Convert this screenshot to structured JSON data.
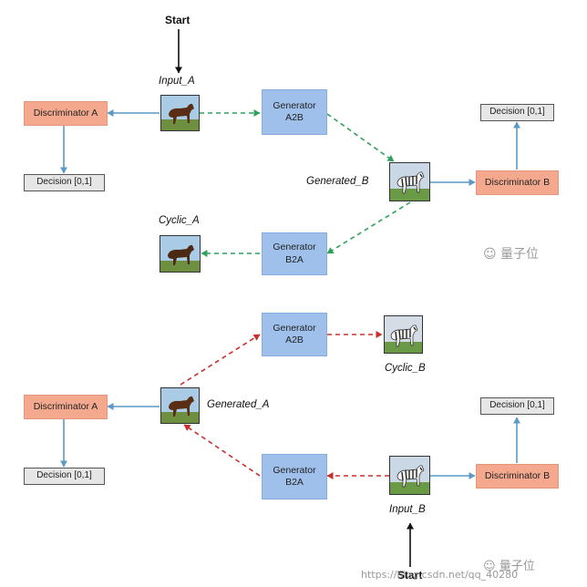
{
  "top": {
    "start": "Start",
    "input_label": "Input_A",
    "generated_label": "Generated_B",
    "cyclic_label": "Cyclic_A",
    "disc_a": "Discriminator A",
    "disc_b": "Discriminator B",
    "dec_a": "Decision [0,1]",
    "dec_b": "Decision [0,1]",
    "gen_a2b": [
      "Generator",
      "A2B"
    ],
    "gen_b2a": [
      "Generator",
      "B2A"
    ]
  },
  "bottom": {
    "start": "Start",
    "input_label": "Input_B",
    "generated_label": "Generated_A",
    "cyclic_label": "Cyclic_B",
    "disc_a": "Discriminator A",
    "disc_b": "Discriminator B",
    "dec_a": "Decision [0,1]",
    "dec_b": "Decision [0,1]",
    "gen_a2b": [
      "Generator",
      "A2B"
    ],
    "gen_b2a": [
      "Generator",
      "B2A"
    ]
  },
  "watermark": {
    "brand": "量子位",
    "url": "https://blog.csdn.net/qq_40280"
  },
  "colors": {
    "discriminator": "#f4a98f",
    "generator": "#9ec0ea",
    "decision": "#e6e6e6",
    "arrow_blue": "#5a9ac3",
    "arrow_green_dashed": "#2fa15b",
    "arrow_red_dashed": "#c8302c"
  },
  "icons": {
    "horse": "horse-photo-icon",
    "zebra": "zebra-photo-icon"
  }
}
